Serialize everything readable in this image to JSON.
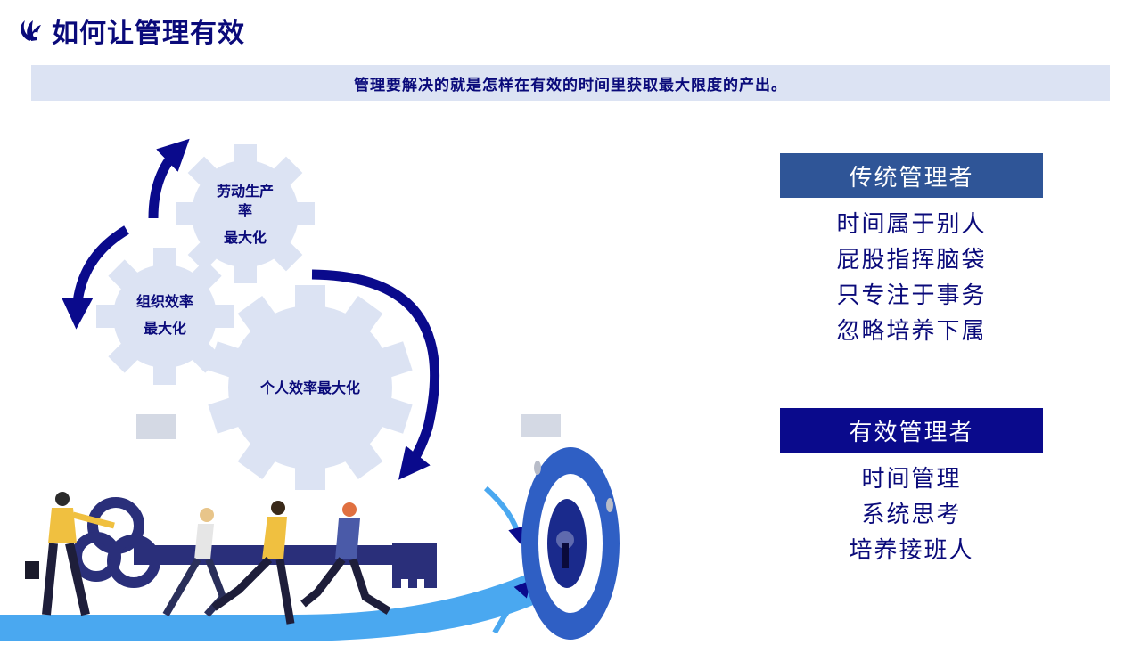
{
  "header": {
    "title": "如何让管理有效",
    "logo_icon": "stylized-leaf-logo-icon"
  },
  "banner": {
    "text": "管理要解决的就是怎样在有效的时间里获取最大限度的产出。"
  },
  "gears": {
    "top_line1": "劳动生产",
    "top_line2": "率",
    "top_line3": "最大化",
    "left_line1": "组织效率",
    "left_line2": "最大化",
    "big": "个人效率最大化"
  },
  "panels": {
    "traditional": {
      "title": "传统管理者",
      "items": [
        "时间属于别人",
        "屁股指挥脑袋",
        "只专注于事务",
        "忽略培养下属"
      ]
    },
    "effective": {
      "title": "有效管理者",
      "items": [
        "时间管理",
        "系统思考",
        "培养接班人"
      ]
    }
  },
  "colors": {
    "title": "#0a0a7a",
    "banner_bg": "#dce3f3",
    "gear": "#dce3f3",
    "arrow": "#0a0a8c",
    "traditional_head": "#2f5597",
    "effective_head": "#0a0a8c",
    "light_blue": "#4aa8f0"
  }
}
